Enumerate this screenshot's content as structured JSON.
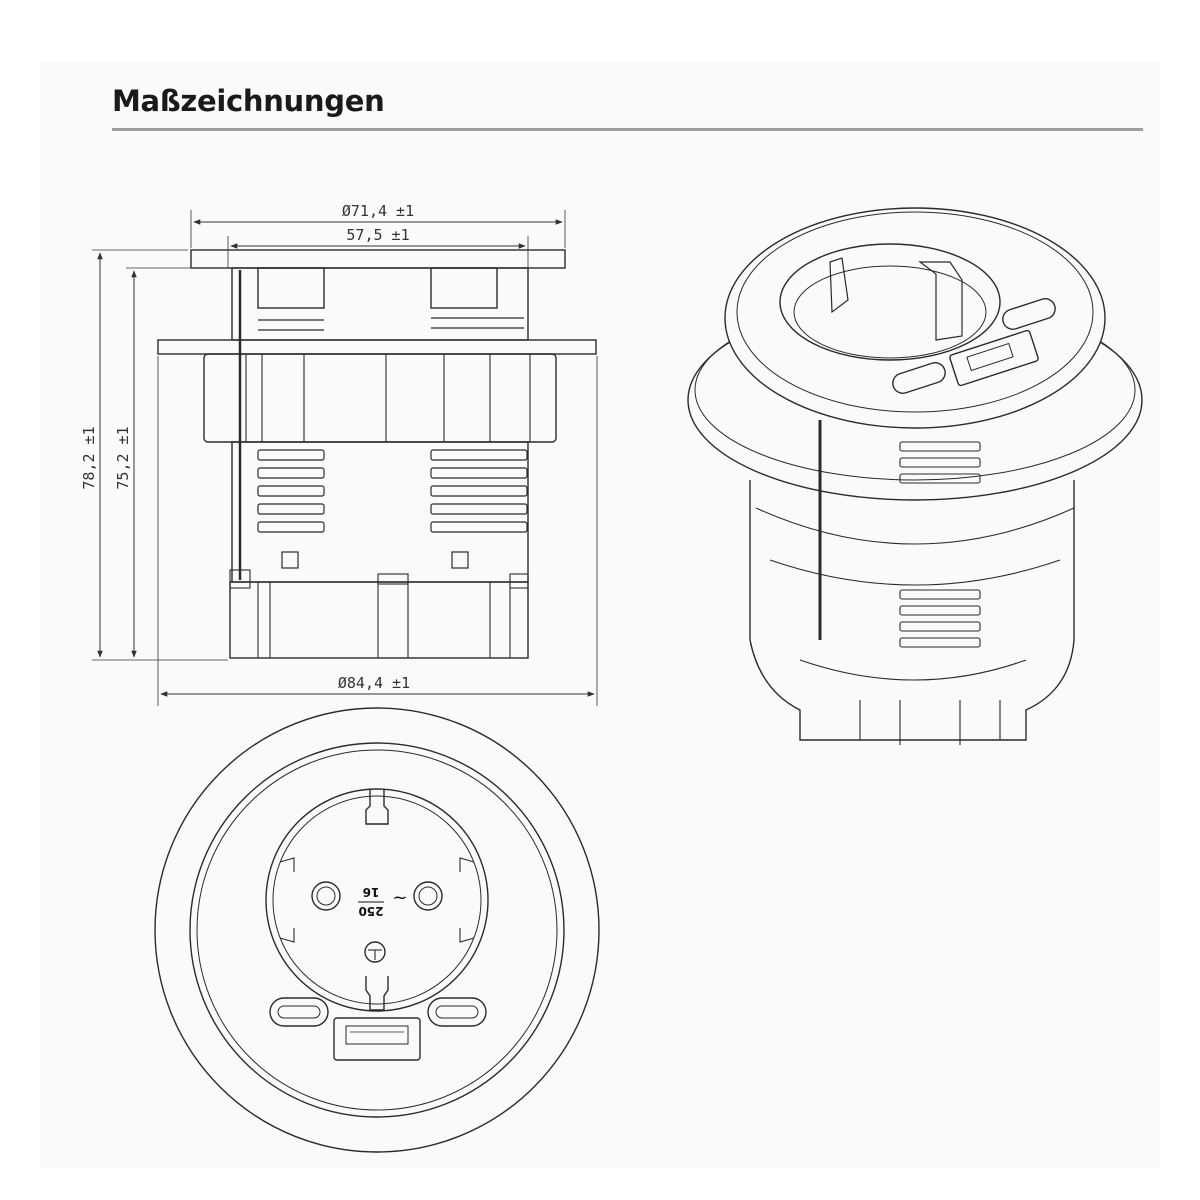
{
  "page": {
    "title": "Maßzeichnungen"
  },
  "dimensions": {
    "top_outer_diameter": "Ø71,4 ±1",
    "top_inner_width": "57,5 ±1",
    "overall_height": "78,2 ±1",
    "body_height": "75,2 ±1",
    "flange_diameter": "Ø84,4 ±1"
  },
  "socket_marking": {
    "voltage": "250",
    "current": "16",
    "ac_symbol": "~"
  },
  "colors": {
    "line": "#2b2b2b",
    "title_rule": "#9aa09d",
    "background": "#fafafa"
  }
}
